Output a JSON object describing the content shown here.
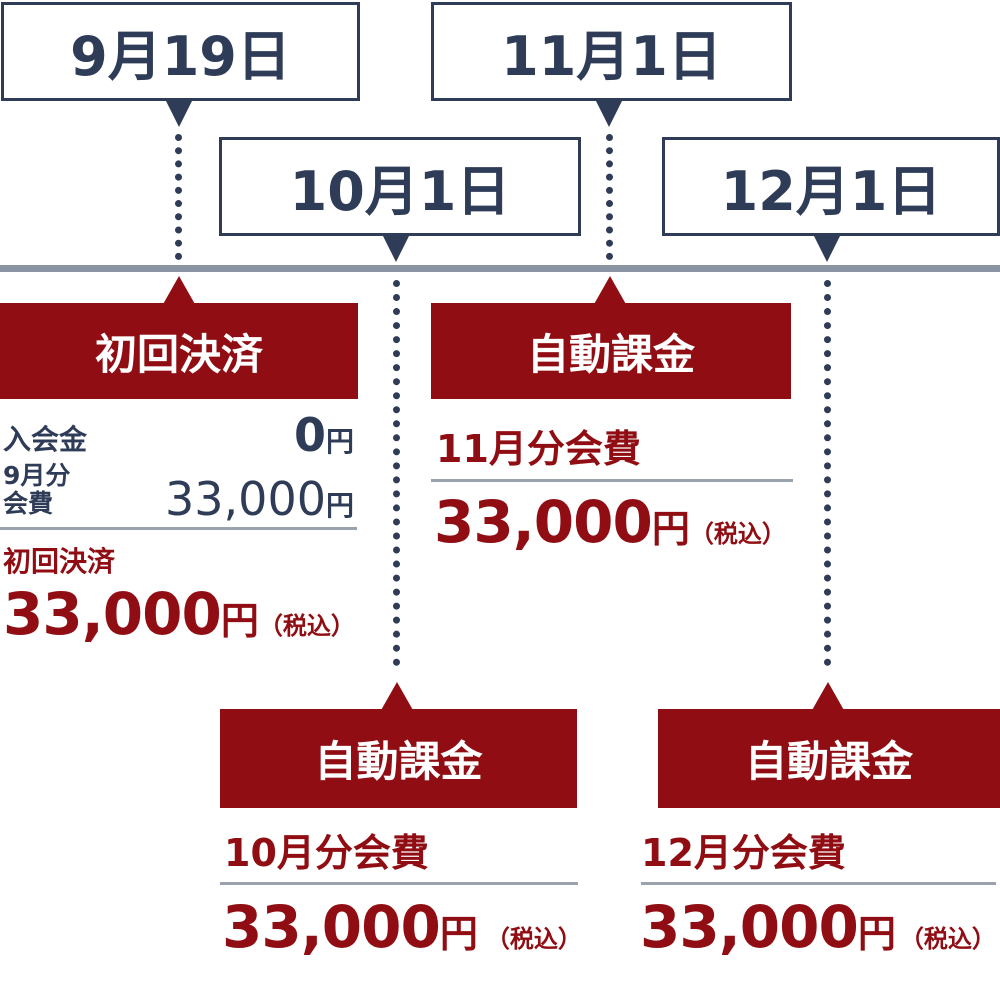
{
  "dates": {
    "sep19": "9月19日",
    "oct1": "10月1日",
    "nov1": "11月1日",
    "dec1": "12月1日"
  },
  "first": {
    "label": "初回決済",
    "entry_fee_label": "入会金",
    "entry_fee_value": "0",
    "sep_fee_label_1": "9月分",
    "sep_fee_label_2": "会費",
    "sep_fee_value": "33,000",
    "total_label": "初回決済",
    "total_value": "33,000"
  },
  "auto_label": "自動課金",
  "yen": "円",
  "tax": "（税込）",
  "oct": {
    "fee_label": "10月分会費",
    "amount": "33,000"
  },
  "nov": {
    "fee_label": "11月分会費",
    "amount": "33,000"
  },
  "dec": {
    "fee_label": "12月分会費",
    "amount": "33,000"
  },
  "colors": {
    "navy": "#2f3c58",
    "red": "#900e13",
    "line": "#8a94a3"
  }
}
